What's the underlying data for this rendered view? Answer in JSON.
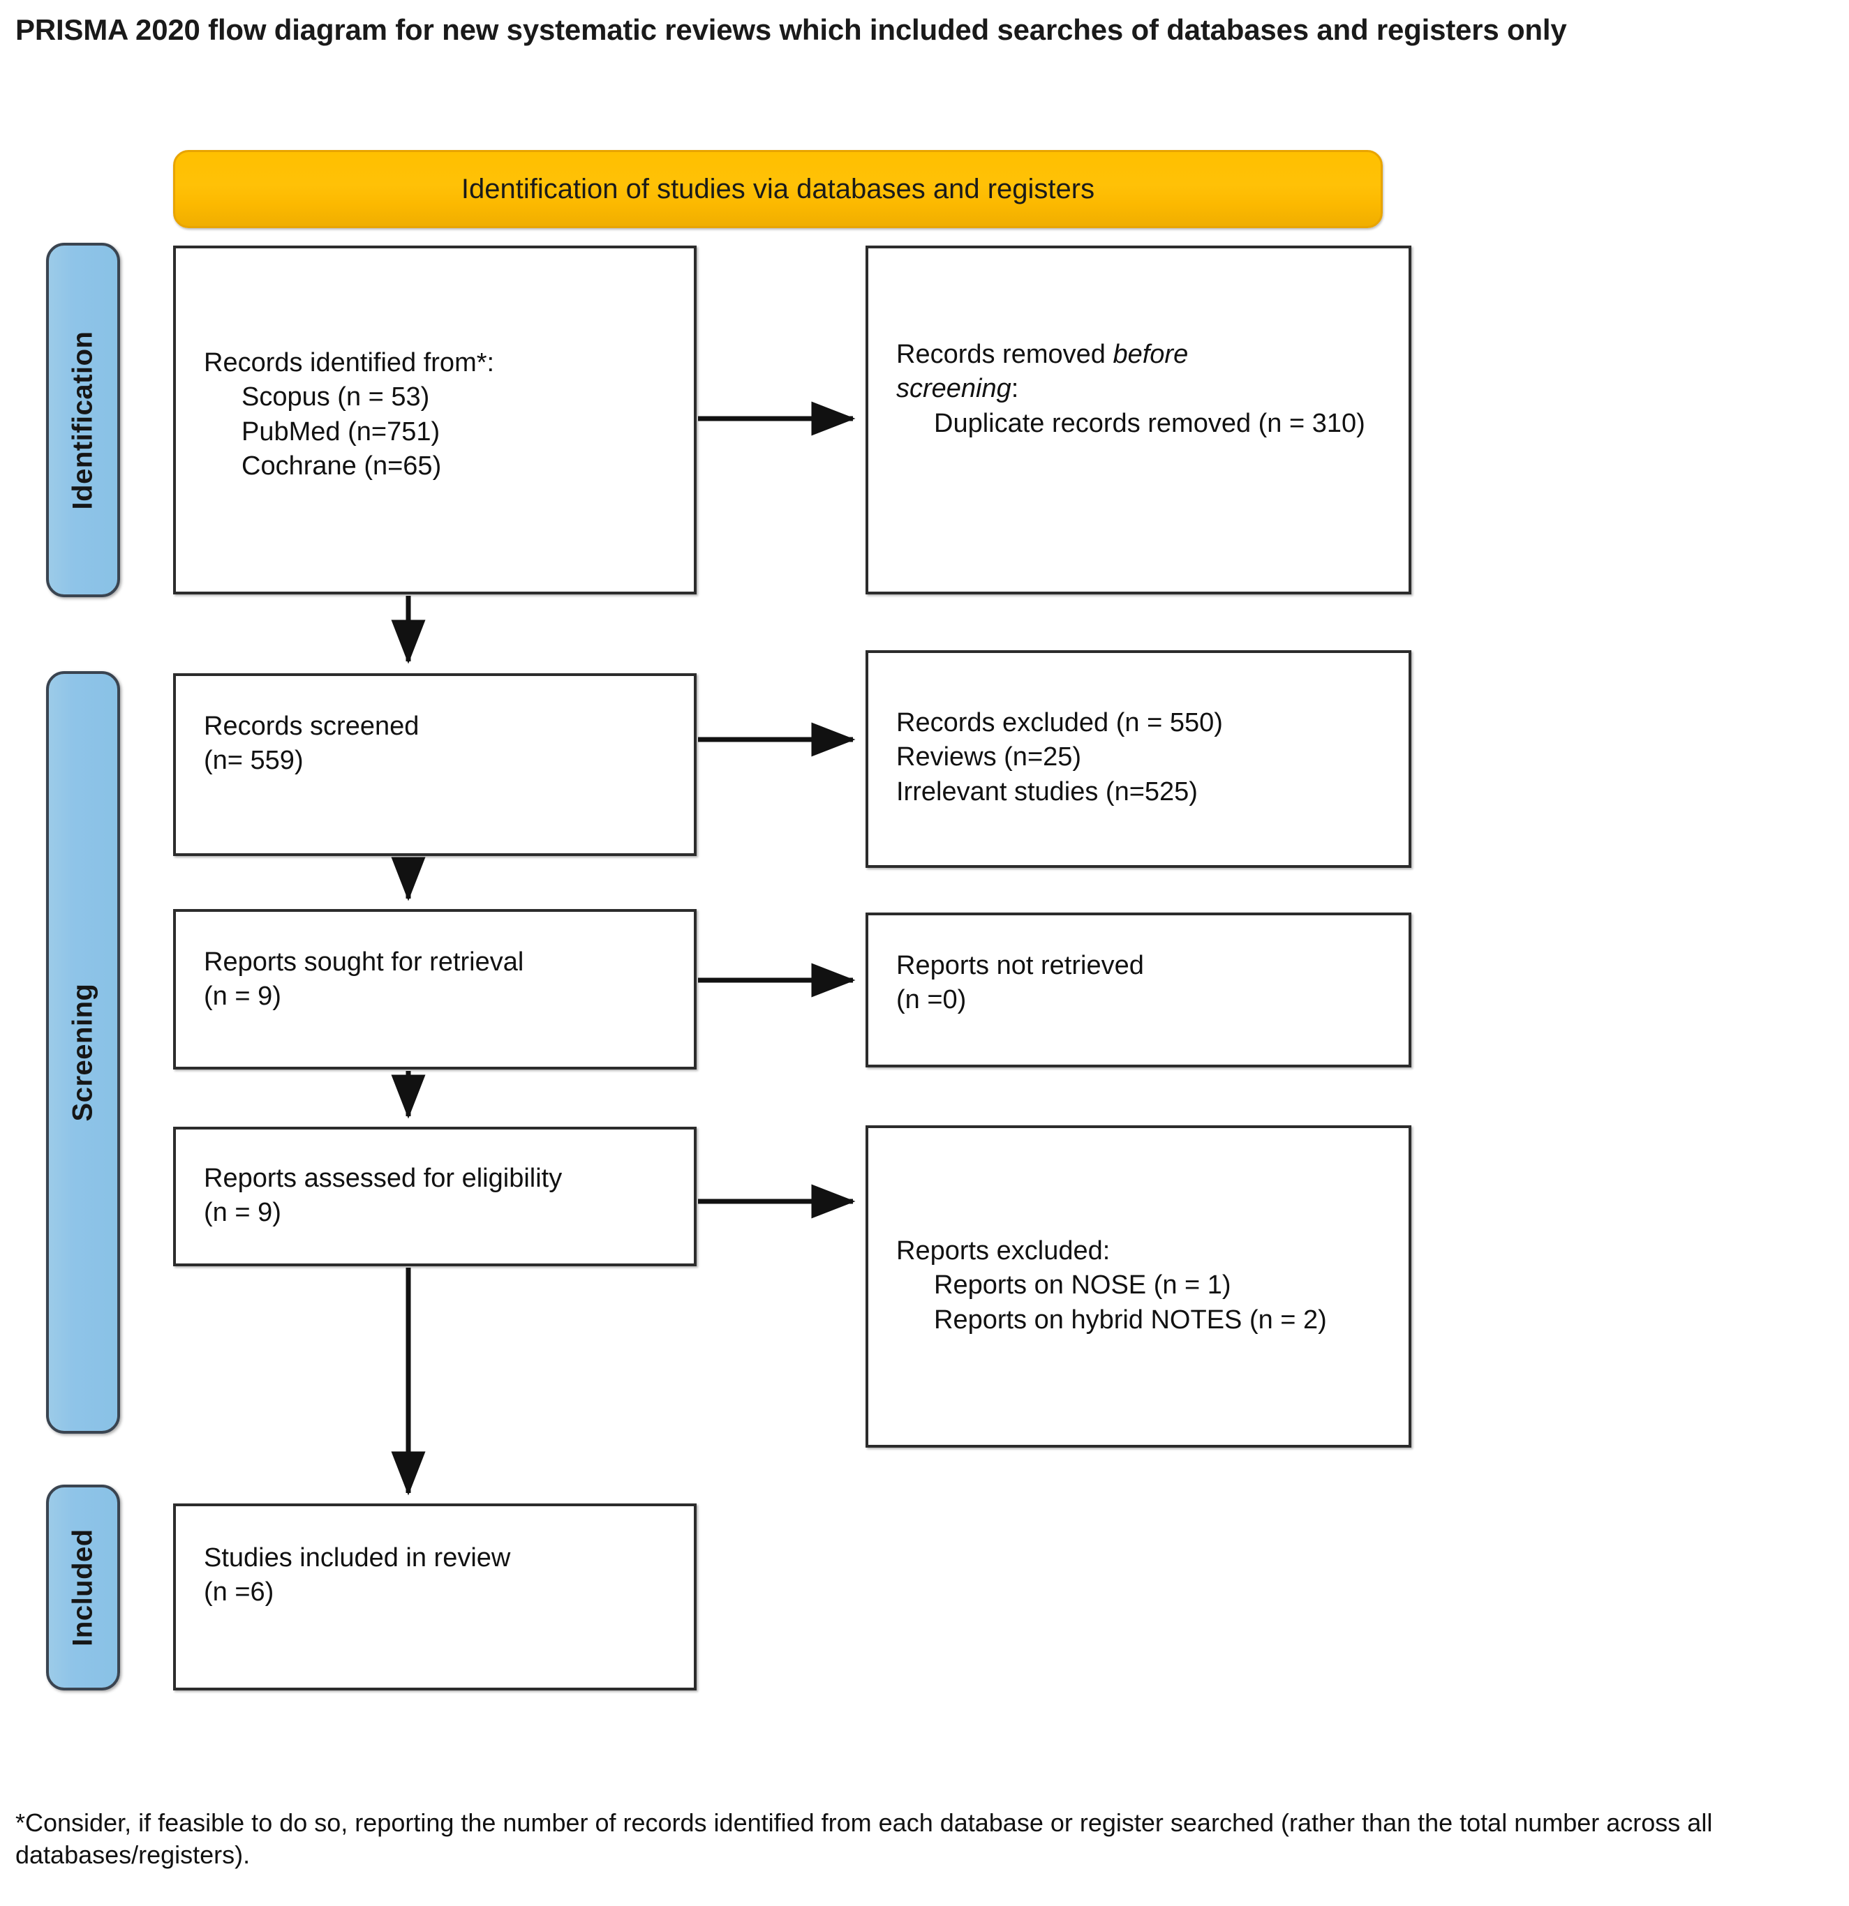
{
  "title": "PRISMA 2020 flow diagram for new systematic reviews which included searches of databases and registers only",
  "stage_banner": {
    "label": "Identification of studies via databases and registers"
  },
  "phases": {
    "identification": "Identification",
    "screening": "Screening",
    "included": "Included"
  },
  "boxes": {
    "identified": {
      "line1": "Records identified from*:",
      "line2": "Scopus (n = 53)",
      "line3": "PubMed (n=751)",
      "line4": "Cochrane (n=65)"
    },
    "removed": {
      "line1_plain": "Records removed ",
      "line1_italic": "before",
      "line2_italic": "screening",
      "line2_plain": ":",
      "line3": "Duplicate records removed (n = 310)"
    },
    "screened": {
      "line1": "Records screened",
      "line2": "(n= 559)"
    },
    "records_excluded": {
      "line1": "Records excluded (n = 550)",
      "line2": "Reviews (n=25)",
      "line3": "Irrelevant studies (n=525)"
    },
    "sought": {
      "line1": "Reports sought for retrieval",
      "line2": "(n = 9)"
    },
    "not_retrieved": {
      "line1": "Reports not retrieved",
      "line2": "(n =0)"
    },
    "eligibility": {
      "line1": "Reports assessed for eligibility",
      "line2": "(n = 9)"
    },
    "reports_excluded": {
      "line1": "Reports excluded:",
      "line2": "Reports on NOSE (n = 1)",
      "line3": "Reports on hybrid NOTES (n = 2)"
    },
    "included": {
      "line1": "Studies included in review",
      "line2": "(n =6)"
    }
  },
  "footnote": "*Consider, if feasible to do so, reporting the number of records identified from each database or register searched (rather than the total number across all databases/registers).",
  "colors": {
    "banner_fill": "#ffc000",
    "banner_border": "#e8a400",
    "rail_fill": "#8fc4e8",
    "rail_border": "#3a4450",
    "box_border": "#2c2c2c",
    "text": "#111111"
  },
  "chart_data": {
    "type": "diagram",
    "title": "PRISMA 2020 flow diagram for new systematic reviews which included searches of databases and registers only",
    "phases": [
      "Identification",
      "Screening",
      "Included"
    ],
    "nodes": [
      {
        "id": "identified",
        "phase": "Identification",
        "label": "Records identified from*",
        "counts": {
          "Scopus": 53,
          "PubMed": 751,
          "Cochrane": 65
        }
      },
      {
        "id": "removed",
        "phase": "Identification",
        "label": "Records removed before screening",
        "counts": {
          "Duplicate records removed": 310
        }
      },
      {
        "id": "screened",
        "phase": "Screening",
        "label": "Records screened",
        "counts": {
          "n": 559
        }
      },
      {
        "id": "records_excluded",
        "phase": "Screening",
        "label": "Records excluded",
        "counts": {
          "n": 550,
          "Reviews": 25,
          "Irrelevant studies": 525
        }
      },
      {
        "id": "sought",
        "phase": "Screening",
        "label": "Reports sought for retrieval",
        "counts": {
          "n": 9
        }
      },
      {
        "id": "not_retrieved",
        "phase": "Screening",
        "label": "Reports not retrieved",
        "counts": {
          "n": 0
        }
      },
      {
        "id": "eligibility",
        "phase": "Screening",
        "label": "Reports assessed for eligibility",
        "counts": {
          "n": 9
        }
      },
      {
        "id": "reports_excluded",
        "phase": "Screening",
        "label": "Reports excluded",
        "counts": {
          "Reports on NOSE": 1,
          "Reports on hybrid NOTES": 2
        }
      },
      {
        "id": "included",
        "phase": "Included",
        "label": "Studies included in review",
        "counts": {
          "n": 6
        }
      }
    ],
    "edges": [
      {
        "from": "identified",
        "to": "removed",
        "direction": "right"
      },
      {
        "from": "identified",
        "to": "screened",
        "direction": "down"
      },
      {
        "from": "screened",
        "to": "records_excluded",
        "direction": "right"
      },
      {
        "from": "screened",
        "to": "sought",
        "direction": "down"
      },
      {
        "from": "sought",
        "to": "not_retrieved",
        "direction": "right"
      },
      {
        "from": "sought",
        "to": "eligibility",
        "direction": "down"
      },
      {
        "from": "eligibility",
        "to": "reports_excluded",
        "direction": "right"
      },
      {
        "from": "eligibility",
        "to": "included",
        "direction": "down"
      }
    ]
  }
}
